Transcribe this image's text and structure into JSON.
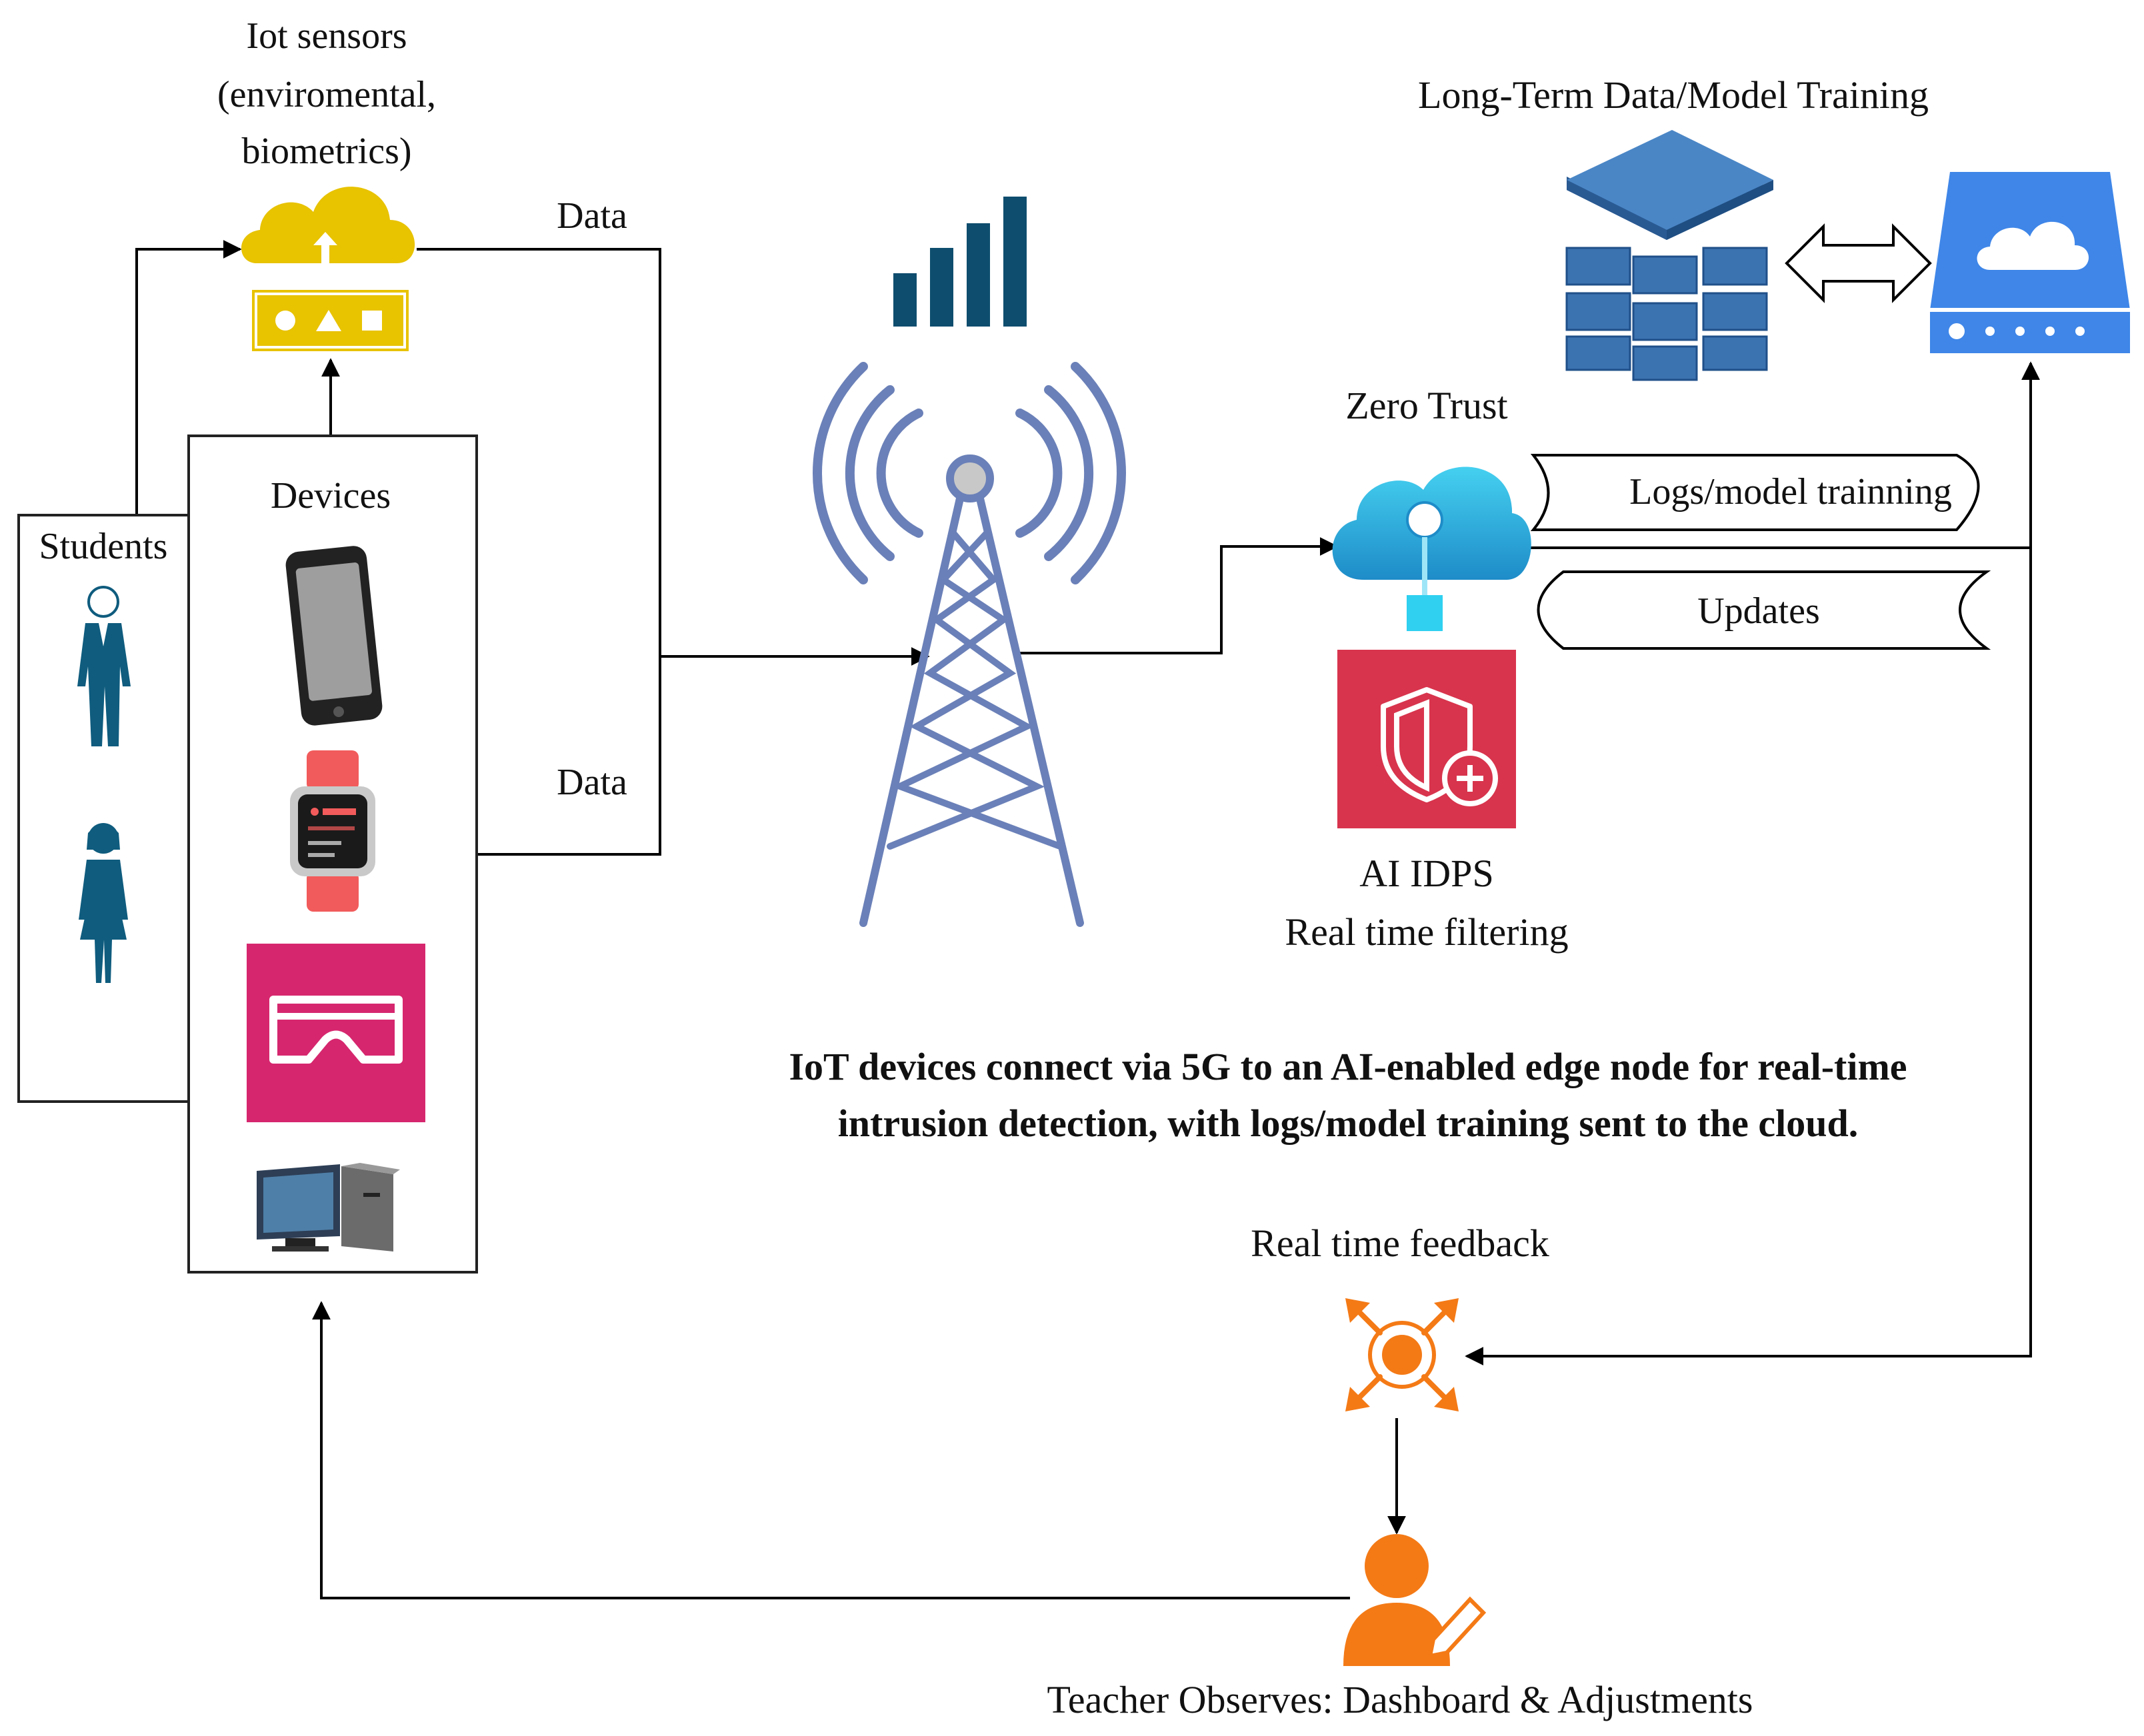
{
  "labels": {
    "iot_sensors_line1": "Iot sensors",
    "iot_sensors_line2": "(enviromental,",
    "iot_sensors_line3": "biometrics)",
    "data_top": "Data",
    "data_bottom": "Data",
    "students": "Students",
    "devices": "Devices",
    "long_term": "Long-Term Data/Model Training",
    "zero_trust": "Zero Trust",
    "logs_model": "Logs/model trainning",
    "updates": "Updates",
    "ai_idps_line1": "AI IDPS",
    "ai_idps_line2": "Real time filtering",
    "caption_line1": "IoT devices connect via 5G to an AI-enabled edge node for real-time",
    "caption_line2": "intrusion detection, with logs/model training sent to the cloud.",
    "real_time_feedback": "Real time feedback",
    "teacher": "Teacher Observes: Dashboard & Adjustments"
  },
  "icons": {
    "iot_gateway": "iot-cloud-gateway-icon",
    "signal_bars": "signal-bars-icon",
    "tower": "cell-tower-icon",
    "database": "database-cube-icon",
    "cloud_server": "cloud-server-icon",
    "edge_cloud": "edge-cloud-node-icon",
    "security_shield": "security-shield-icon",
    "feedback": "feedback-hub-icon",
    "teacher": "teacher-user-icon",
    "student_male": "student-male-icon",
    "student_female": "student-female-icon",
    "phone": "smartphone-icon",
    "watch": "smartwatch-icon",
    "vr": "vr-headset-icon",
    "desktop": "desktop-computer-icon"
  },
  "colors": {
    "gateway_yellow": "#E8C300",
    "signal_navy": "#0E4D6E",
    "tower_blue": "#6A80B8",
    "db_blue": "#3B72B0",
    "server_blue": "#3F86E8",
    "edge_cyan": "#2FB6E0",
    "shield_red": "#D8344D",
    "vr_magenta": "#D6266E",
    "orange": "#F47A16",
    "person_teal": "#0F5C7E"
  }
}
